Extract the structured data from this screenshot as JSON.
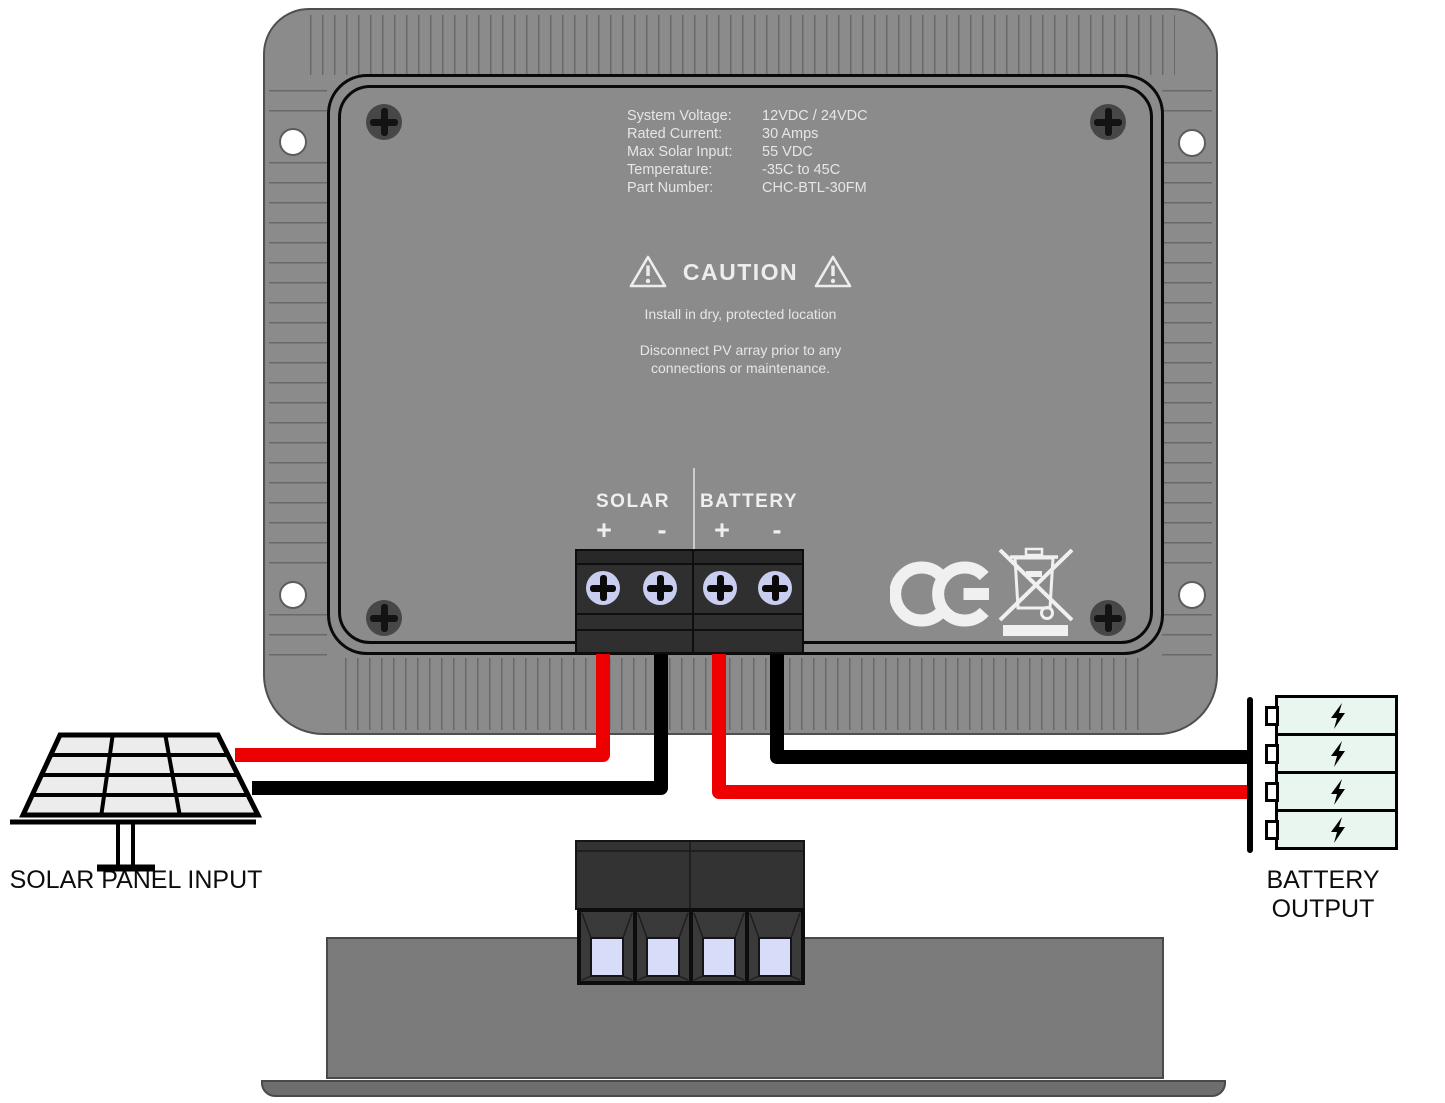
{
  "controller": {
    "name_plate": {
      "specs": [
        {
          "label": "System Voltage:",
          "value": "12VDC / 24VDC"
        },
        {
          "label": "Rated Current:",
          "value": "30 Amps"
        },
        {
          "label": "Max Solar Input:",
          "value": "55 VDC"
        },
        {
          "label": "Temperature:",
          "value": "-35C to 45C"
        },
        {
          "label": "Part Number:",
          "value": "CHC-BTL-30FM"
        }
      ],
      "caution_title": "CAUTION",
      "caution_note": "Install in dry, protected location",
      "caution_warning_line1": "Disconnect PV array prior to any",
      "caution_warning_line2": "connections or maintenance."
    },
    "terminals": {
      "solar_group_label": "SOLAR",
      "battery_group_label": "BATTERY",
      "polarities": [
        "+",
        "-",
        "+",
        "-"
      ]
    },
    "marks": {
      "ce": "CE",
      "weee": "crossed-out-wheelie-bin"
    }
  },
  "connections": {
    "solar_input_label": "SOLAR PANEL INPUT",
    "battery_output_label": "BATTERY OUTPUT",
    "battery_cell_count": "4"
  },
  "colors": {
    "case_gray": "#8b8b8b",
    "terminal_block": "#2f2f2f",
    "wire_positive_red": "#ee0000",
    "wire_negative_black": "#000000",
    "terminal_screw_face": "#c9cef0",
    "battery_cell_fill": "#e9f5ef",
    "solar_cell_fill": "#ececec",
    "plate_text": "#e6e6e6"
  }
}
